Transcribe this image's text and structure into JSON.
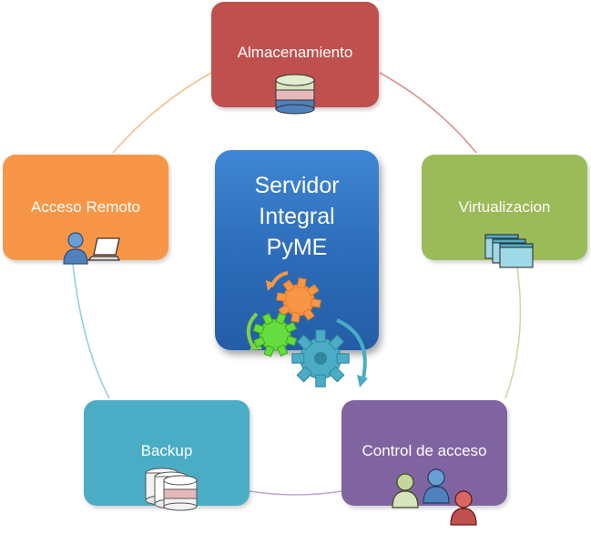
{
  "center": {
    "lines": [
      "Servidor",
      "Integral",
      "PyME"
    ],
    "color": "#2c6bb8"
  },
  "nodes": {
    "almacenamiento": {
      "label": "Almacenamiento",
      "color": "#c0504d"
    },
    "virtualizacion": {
      "label": "Virtualizacion",
      "color": "#9bbb59"
    },
    "control": {
      "label": "Control de acceso",
      "color": "#8064a2"
    },
    "backup": {
      "label": "Backup",
      "color": "#4bacc6"
    },
    "acceso_remoto": {
      "label": "Acceso Remoto",
      "color": "#f79646"
    }
  },
  "icons": {
    "center": "gears-icon",
    "almacenamiento": "database-icon",
    "virtualizacion": "windows-icon",
    "control": "users-icon",
    "backup": "database-stack-icon",
    "acceso_remoto": "user-laptop-icon"
  }
}
